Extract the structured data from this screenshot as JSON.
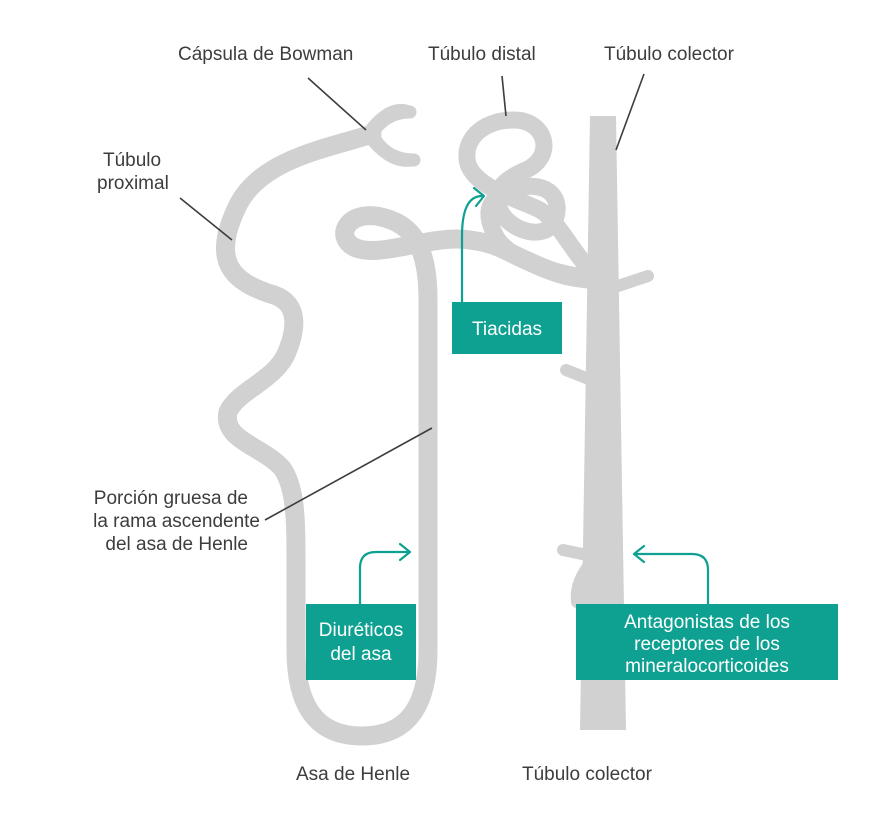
{
  "colors": {
    "tubule": "#d1d1d1",
    "drug_box": "#0ea192",
    "drug_text": "#ffffff",
    "label_text": "#3d3d3d"
  },
  "labels": {
    "bowman": "Cápsula de Bowman",
    "distal": "Túbulo distal",
    "collector_top": "Túbulo colector",
    "proximal_line1": "Túbulo",
    "proximal_line2": "proximal",
    "thick_line1": "Porción gruesa de",
    "thick_line2": "la rama ascendente",
    "thick_line3": "del asa de Henle",
    "henle": "Asa de Henle",
    "collector_bottom": "Túbulo colector"
  },
  "drugs": {
    "thiazides": "Tiacidas",
    "loop_line1": "Diuréticos",
    "loop_line2": "del asa",
    "mra_line1": "Antagonistas de los",
    "mra_line2": "receptores de los",
    "mra_line3": "mineralocorticoides"
  },
  "icons": [
    "arrow-icon"
  ]
}
